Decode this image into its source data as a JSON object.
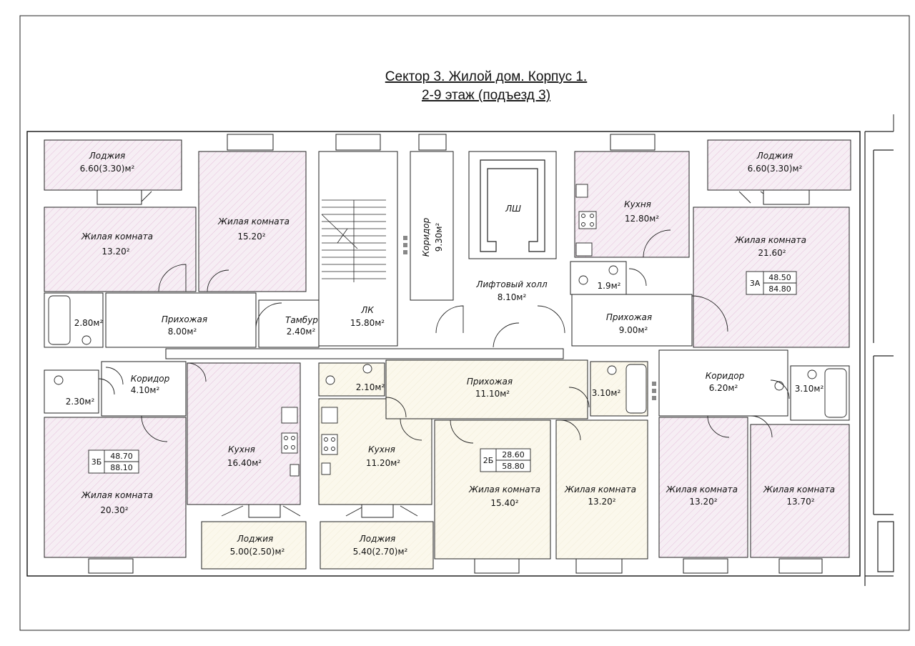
{
  "title": {
    "line1": "Сектор 3. Жилой дом. Корпус 1.",
    "line2": "2-9 этаж (подъезд 3)"
  },
  "colors": {
    "living_fill": "#f6eef4",
    "hatch_pink": "#e3b7d6",
    "cream_fill": "#fbf8ec",
    "wall": "#111111"
  },
  "rooms": {
    "loggia_tl": {
      "name": "Лоджия",
      "area": "6.60(3.30)м²"
    },
    "living_tl": {
      "name": "Жилая комната",
      "area": "13.20²"
    },
    "living_t2": {
      "name": "Жилая комната",
      "area": "15.20²"
    },
    "bath_l1": {
      "area": "2.80м²"
    },
    "hall_l1": {
      "name": "Прихожая",
      "area": "8.00м²"
    },
    "tambur": {
      "name": "Тамбур",
      "area": "2.40м²"
    },
    "lk": {
      "name": "ЛК",
      "area": "15.80м²"
    },
    "corr_center": {
      "name": "Коридор",
      "area": "9.30м²"
    },
    "lsh": {
      "name": "ЛШ"
    },
    "lift_hall": {
      "name": "Лифтовый холл",
      "area": "8.10м²"
    },
    "kitchen_tr": {
      "name": "Кухня",
      "area": "12.80м²"
    },
    "wc_tr": {
      "area": "1.9м²"
    },
    "loggia_tr": {
      "name": "Лоджия",
      "area": "6.60(3.30)м²"
    },
    "living_tr": {
      "name": "Жилая комната",
      "area": "21.60²"
    },
    "hall_tr": {
      "name": "Прихожая",
      "area": "9.00м²"
    },
    "wc_l2": {
      "area": "2.30м²"
    },
    "corr_l": {
      "name": "Коридор",
      "area": "4.10м²"
    },
    "living_bl": {
      "name": "Жилая комната",
      "area": "20.30²"
    },
    "kitchen_bl": {
      "name": "Кухня",
      "area": "16.40м²"
    },
    "loggia_b1": {
      "name": "Лоджия",
      "area": "5.00(2.50)м²"
    },
    "wc_c": {
      "area": "2.10м²"
    },
    "kitchen_bc": {
      "name": "Кухня",
      "area": "11.20м²"
    },
    "loggia_b2": {
      "name": "Лоджия",
      "area": "5.40(2.70)м²"
    },
    "hall_c": {
      "name": "Прихожая",
      "area": "11.10м²"
    },
    "bath_c": {
      "area": "3.10м²"
    },
    "living_c1": {
      "name": "Жилая комната",
      "area": "15.40²"
    },
    "living_c2": {
      "name": "Жилая комната",
      "area": "13.20²"
    },
    "corr_r": {
      "name": "Коридор",
      "area": "6.20м²"
    },
    "bath_r": {
      "area": "3.10м²"
    },
    "living_r1": {
      "name": "Жилая комната",
      "area": "13.20²"
    },
    "living_r2": {
      "name": "Жилая комната",
      "area": "13.70²"
    }
  },
  "apartments": {
    "3A": {
      "id": "3А",
      "living": "48.50",
      "total": "84.80"
    },
    "3B": {
      "id": "3Б",
      "living": "48.70",
      "total": "88.10"
    },
    "2B": {
      "id": "2Б",
      "living": "28.60",
      "total": "58.80"
    }
  }
}
